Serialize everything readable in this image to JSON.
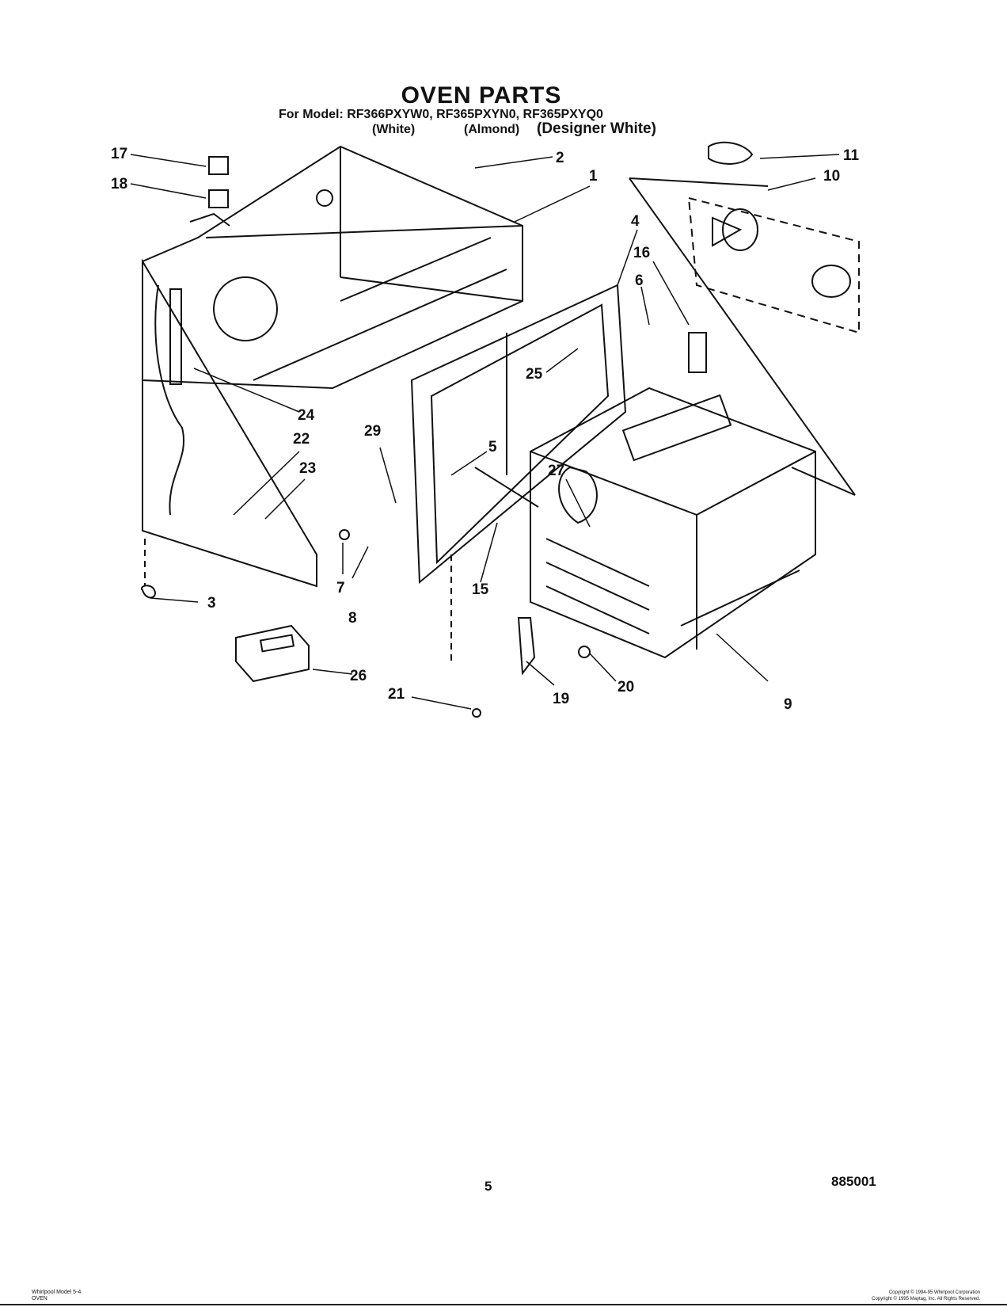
{
  "header": {
    "title": "OVEN PARTS",
    "model_line": "For Model: RF366PXYW0, RF365PXYN0, RF365PXYQ0",
    "variants": [
      "(White)",
      "(Almond)",
      "(Designer White)"
    ]
  },
  "callouts": [
    "1",
    "2",
    "3",
    "4",
    "5",
    "6",
    "7",
    "8",
    "9",
    "10",
    "11",
    "15",
    "16",
    "17",
    "18",
    "19",
    "20",
    "21",
    "22",
    "23",
    "24",
    "25",
    "26",
    "27",
    "29"
  ],
  "footer": {
    "page_number": "5",
    "doc_number": "885001",
    "left_line1": "Whirlpool Model 5-4",
    "left_line2": "OVEN",
    "right_line1": "Copyright © 1994-95 Whirlpool Corporation",
    "right_line2": "Copyright © 1995 Maytag, Inc. All Rights Reserved."
  }
}
